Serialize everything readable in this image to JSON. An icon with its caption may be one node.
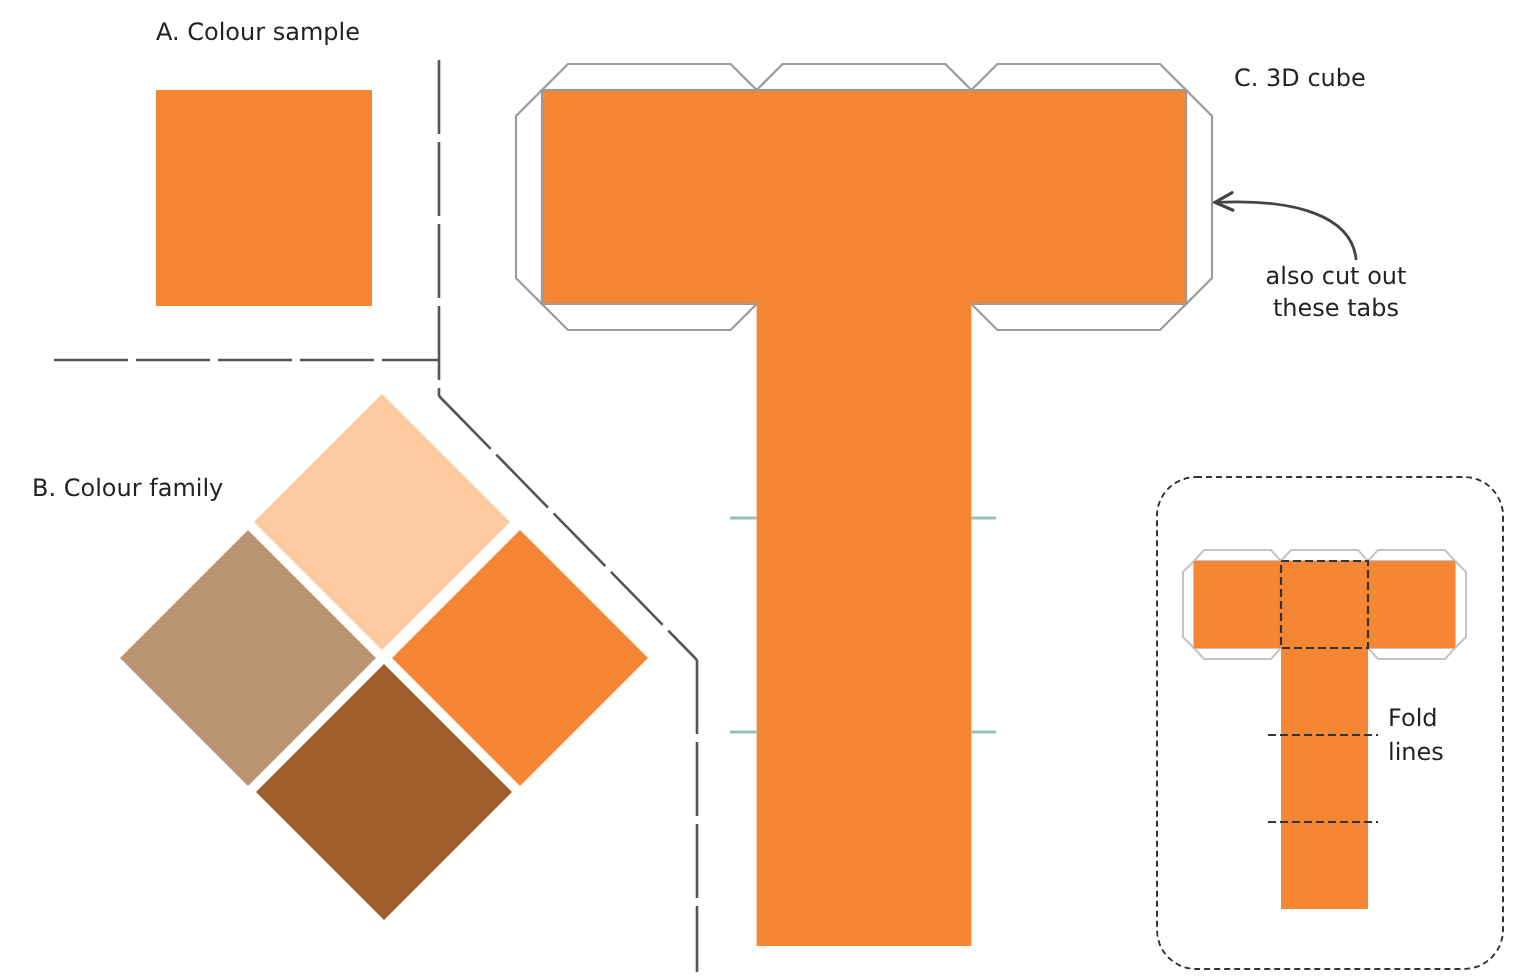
{
  "diagram": {
    "nodes": [
      {
        "text": [
          "also cut out these tabs"
        ]
      },
      {
        "text": [],
        "shape": "box"
      },
      {
        "text": [
          "Fold lines"
        ]
      }
    ],
    "edges": [
      {
        "from": 0,
        "to": 1,
        "arrow": "to"
      }
    ],
    "labels": [
      "A. Colour sample",
      "C. 3D cube",
      "B. Colour family"
    ]
  }
}
